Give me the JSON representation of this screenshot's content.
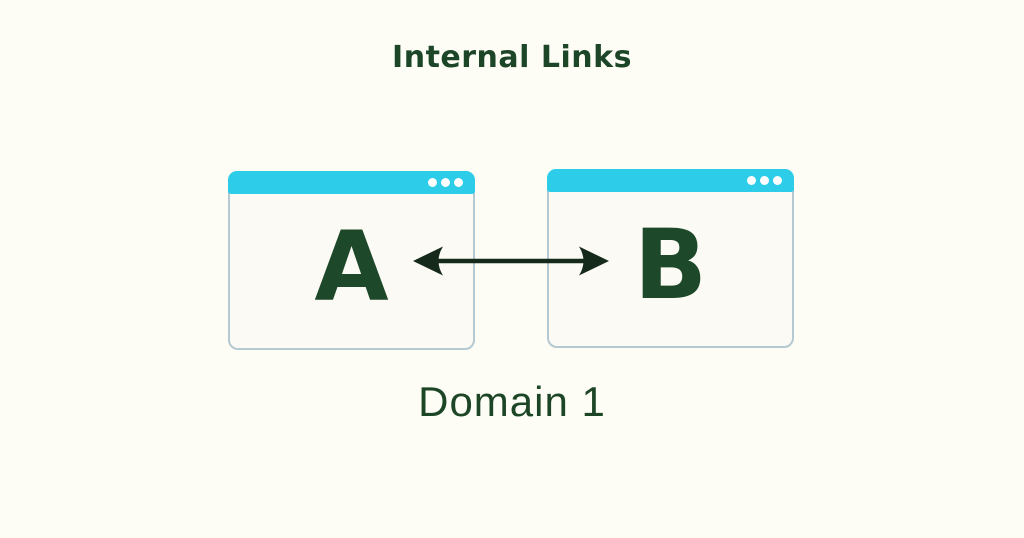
{
  "diagram": {
    "title": "Internal Links",
    "caption": "Domain 1",
    "windows": [
      {
        "label": "A"
      },
      {
        "label": "B"
      }
    ],
    "arrow": {
      "type": "double-headed"
    },
    "colors": {
      "background": "#fdfdf6",
      "titlebar_cyan": "#2dcdea",
      "window_background": "#fbfaf5",
      "window_border": "#b4c9d2",
      "text_green": "#1c4627",
      "arrow_dark": "#152a1b",
      "window_dots": "#ffffff"
    }
  }
}
